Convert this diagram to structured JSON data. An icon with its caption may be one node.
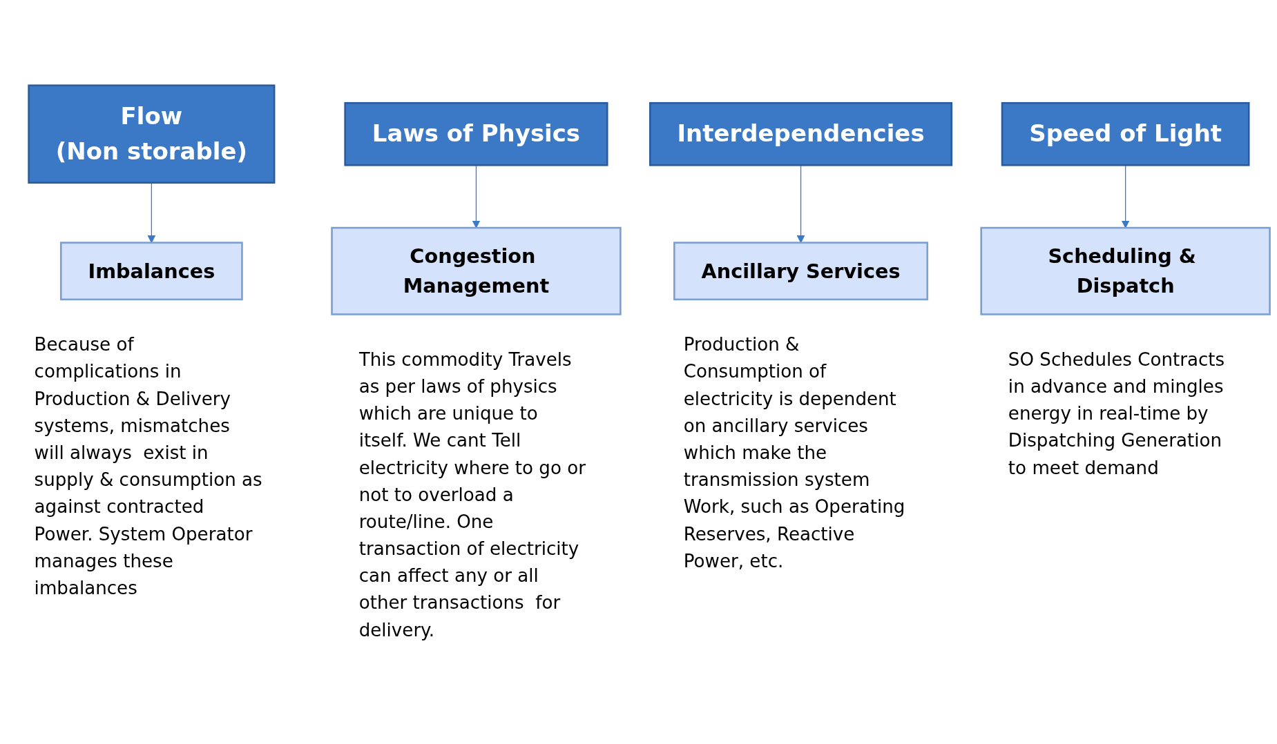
{
  "diagram": {
    "nodes": [
      {
        "text": [
          "Flow",
          "(Non storable)"
        ]
      },
      {
        "text": [
          "Laws of Physics"
        ]
      },
      {
        "text": [
          "Interdependencies"
        ]
      },
      {
        "text": [
          "Speed of Light"
        ]
      },
      {
        "text": [
          "Imbalances"
        ],
        "beside": [
          "Because of complications in Production & Delivery systems, mismatches will always  exist in supply & consumption as against contracted Power. System Operator manages these imbalances"
        ]
      },
      {
        "text": [
          "Congestion Management"
        ],
        "beside": [
          "This commodity Travels as per laws of physics which are unique to itself. We cant Tell electricity where to go or not to overload a route/line. One transaction of electricity can affect any or all other transactions  for delivery."
        ]
      },
      {
        "text": [
          "Ancillary Services"
        ],
        "beside": [
          "Production & Consumption of electricity is dependent on ancillary services which make the transmission system Work, such as Operating Reserves, Reactive Power, etc."
        ]
      },
      {
        "text": [
          "Scheduling & Dispatch"
        ],
        "beside": [
          "SO Schedules Contracts in advance and mingles energy in real-time by Dispatching Generation to meet demand"
        ]
      }
    ],
    "edges": [
      {
        "from": 0,
        "to": 4,
        "arrow": "to"
      },
      {
        "from": 1,
        "to": 5,
        "arrow": "to"
      },
      {
        "from": 2,
        "to": 6,
        "arrow": "to"
      },
      {
        "from": 3,
        "to": 7,
        "arrow": "to"
      }
    ]
  }
}
